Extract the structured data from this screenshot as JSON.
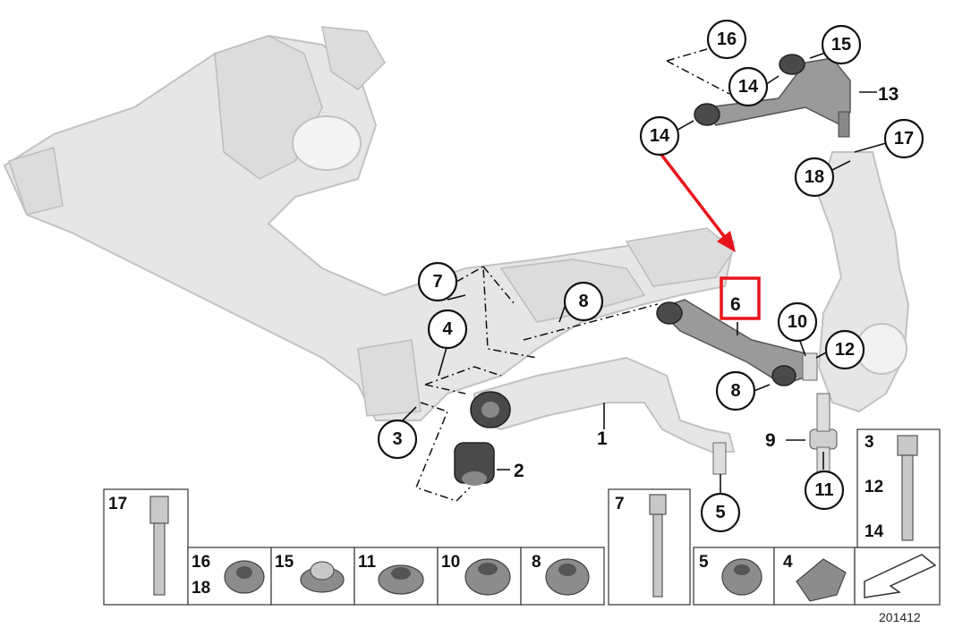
{
  "callouts": {
    "c1": "1",
    "c2": "2",
    "c3": "3",
    "c4": "4",
    "c5": "5",
    "c6": "6",
    "c7": "7",
    "c8a": "8",
    "c8b": "8",
    "c9": "9",
    "c10": "10",
    "c11": "11",
    "c12": "12",
    "c13": "13",
    "c14a": "14",
    "c14b": "14",
    "c15": "15",
    "c16": "16",
    "c17": "17",
    "c18": "18"
  },
  "hardware": {
    "bolt17": "17",
    "nut16": "16",
    "nut18": "18",
    "nut15": "15",
    "nut11": "11",
    "nut10": "10",
    "nut8": "8",
    "bolt7": "7",
    "nut5": "5",
    "clip4": "4",
    "bolt3": "3",
    "bolt12": "12",
    "bolt14": "14"
  },
  "highlight": {
    "color": "#e8141b"
  },
  "reference_number": "201412"
}
